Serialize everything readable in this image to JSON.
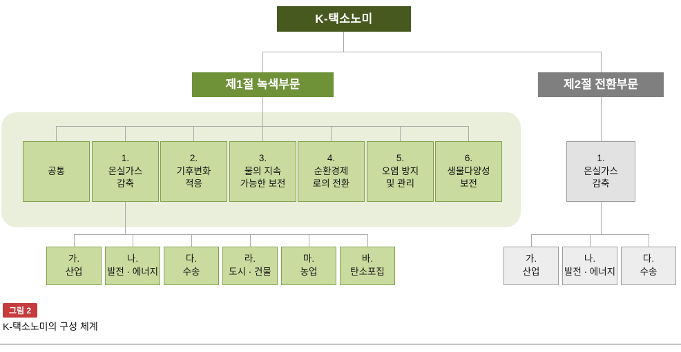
{
  "figure": {
    "badge": "그림 2",
    "caption": "K-택소노미의 구성 체계"
  },
  "root": {
    "label": "K-택소노미"
  },
  "green": {
    "header": "제1절 녹색부문",
    "categories": [
      {
        "label": "공통"
      },
      {
        "label": "1.\n온실가스\n감축"
      },
      {
        "label": "2.\n기후변화\n적응"
      },
      {
        "label": "3.\n물의 지속\n가능한 보전"
      },
      {
        "label": "4.\n순환경제\n로의 전환"
      },
      {
        "label": "5.\n오염 방지\n및 관리"
      },
      {
        "label": "6.\n생물다양성\n보전"
      }
    ],
    "ghg_subitems": [
      {
        "label": "가.\n산업"
      },
      {
        "label": "나.\n발전 · 에너지"
      },
      {
        "label": "다.\n수송"
      },
      {
        "label": "라.\n도시 · 건물"
      },
      {
        "label": "마.\n농업"
      },
      {
        "label": "바.\n탄소포집"
      }
    ]
  },
  "transition": {
    "header": "제2절 전환부문",
    "categories": [
      {
        "label": "1.\n온실가스\n감축"
      }
    ],
    "ghg_subitems": [
      {
        "label": "가.\n산업"
      },
      {
        "label": "나.\n발전 · 에너지"
      },
      {
        "label": "다.\n수송"
      }
    ]
  },
  "colors": {
    "root_box": "#47591f",
    "green_header": "#6f9138",
    "transition_header": "#7f7f7f",
    "green_panel_bg": "#e9efda",
    "green_box_bg": "#c9db9e",
    "green_box_border": "#85a050",
    "gray_box_bg": "#e2e2e2",
    "gray_sub_bg": "#ededed",
    "gray_box_border": "#9a9a9a",
    "badge_bg": "#c53b3e",
    "connector": "#aaaaaa"
  }
}
